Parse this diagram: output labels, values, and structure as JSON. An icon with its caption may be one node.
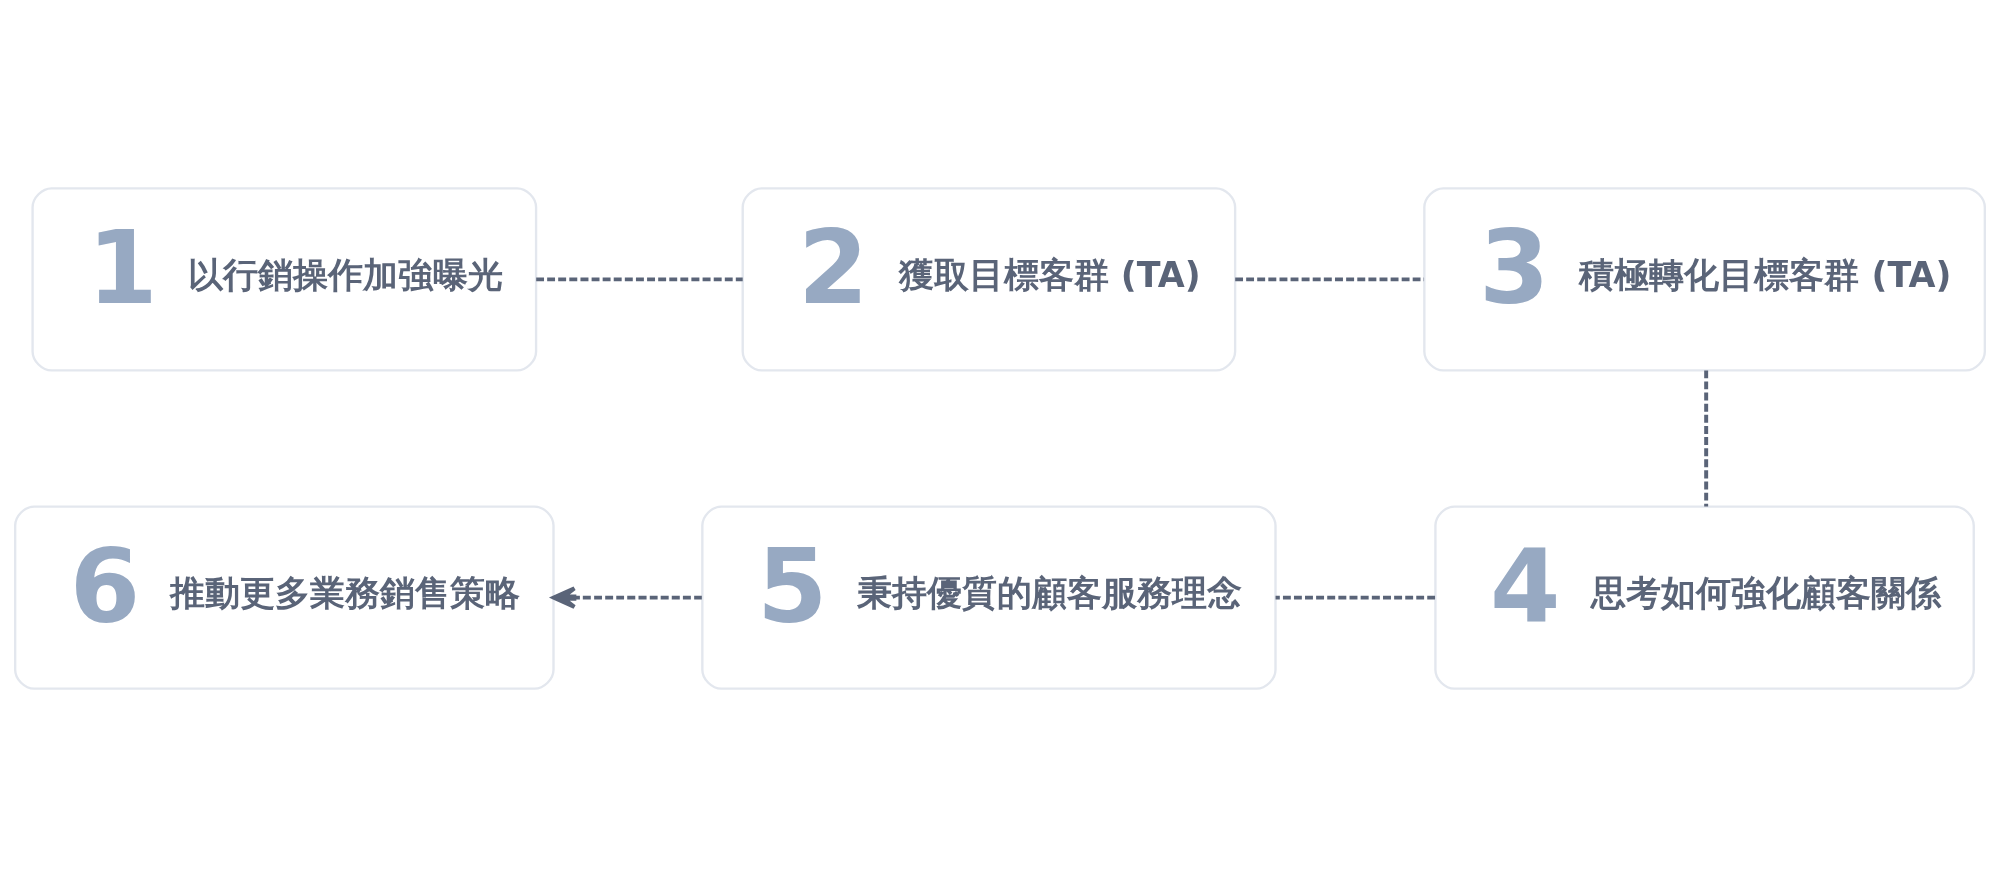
{
  "diagram": {
    "nodes": [
      {
        "text": [
          "1",
          "以行銷操作加強曝光"
        ]
      },
      {
        "text": [
          "2",
          "獲取目標客群 (TA)"
        ]
      },
      {
        "text": [
          "3",
          "積極轉化目標客群 (TA)"
        ]
      },
      {
        "text": [
          "4",
          "思考如何強化顧客關係"
        ]
      },
      {
        "text": [
          "5",
          "秉持優質的顧客服務理念"
        ]
      },
      {
        "text": [
          "6",
          "推動更多業務銷售策略"
        ]
      }
    ],
    "edges": [
      {
        "from": 0,
        "to": 1,
        "arrow": "none",
        "style": "dashed"
      },
      {
        "from": 1,
        "to": 2,
        "arrow": "none",
        "style": "dashed"
      },
      {
        "from": 2,
        "to": 3,
        "arrow": "none",
        "style": "dashed"
      },
      {
        "from": 3,
        "to": 4,
        "arrow": "none",
        "style": "dashed"
      },
      {
        "from": 4,
        "to": 5,
        "arrow": "to",
        "style": "dashed"
      }
    ]
  }
}
